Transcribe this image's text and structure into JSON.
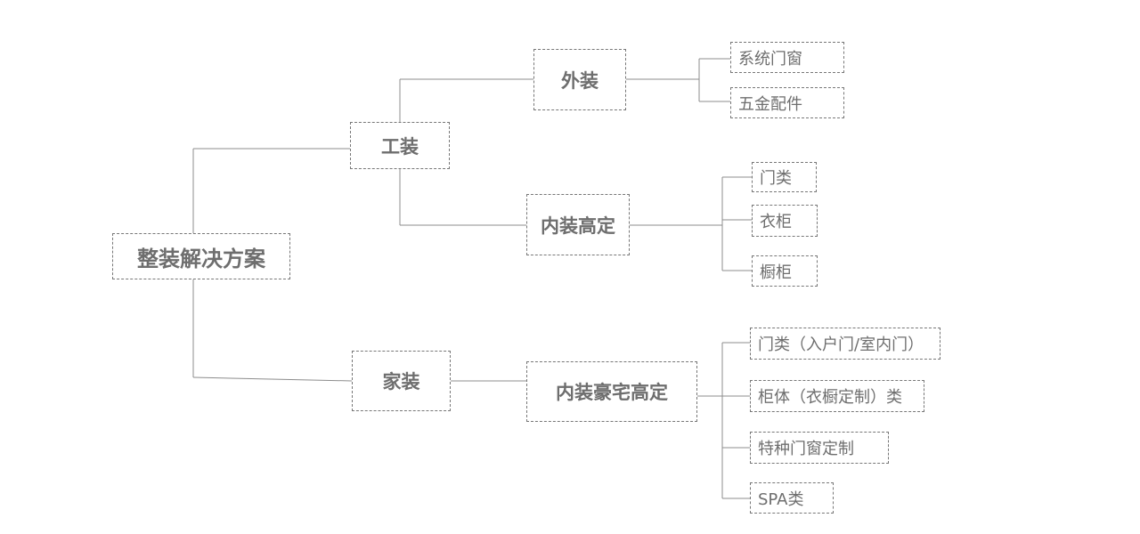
{
  "root": {
    "label": "整装解决方案"
  },
  "branches": [
    {
      "label": "工装",
      "children": [
        {
          "label": "外装",
          "leaves": [
            "系统门窗",
            "五金配件"
          ]
        },
        {
          "label": "内装高定",
          "leaves": [
            "门类",
            "衣柜",
            "橱柜"
          ]
        }
      ]
    },
    {
      "label": "家装",
      "children": [
        {
          "label": "内装豪宅高定",
          "leaves": [
            "门类（入户门/室内门）",
            "柜体（衣橱定制）类",
            "特种门窗定制",
            "SPA类"
          ]
        }
      ]
    }
  ],
  "colors": {
    "line": "#8c8c8c",
    "border": "#777777",
    "text": "#6e6e6e"
  }
}
